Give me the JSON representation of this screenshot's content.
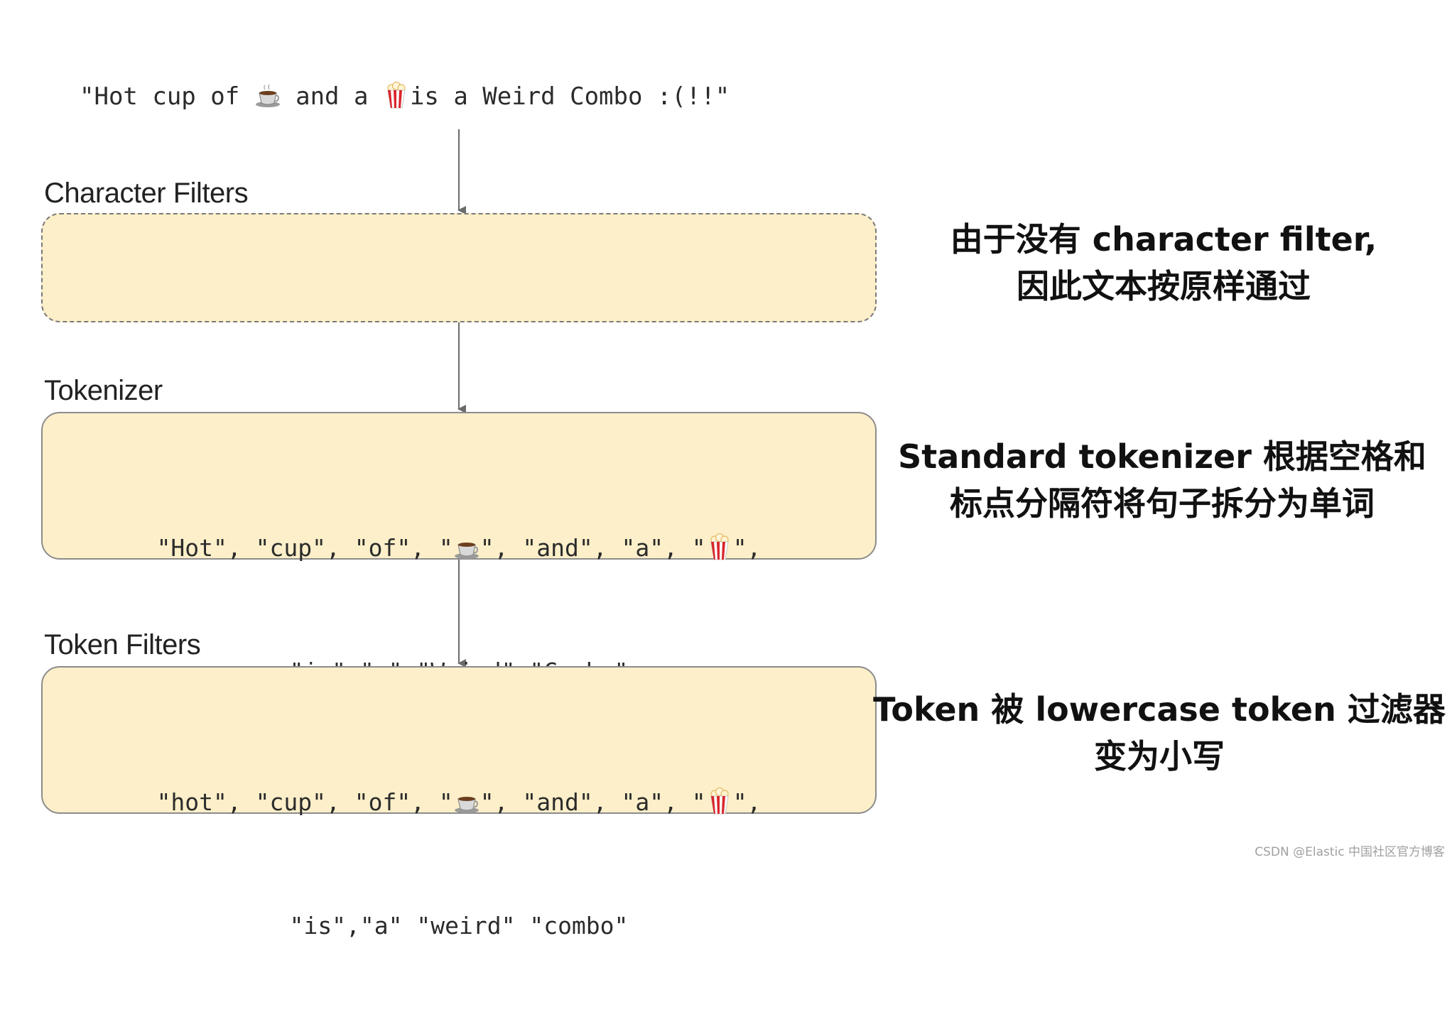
{
  "input": {
    "part1": "\"Hot cup of ",
    "part2": " and a ",
    "part3": "is a Weird Combo :(!!\""
  },
  "stages": {
    "character_filters": {
      "label": "Character Filters",
      "note_line1": "由于没有 character filter,",
      "note_line2": "因此文本按原样通过"
    },
    "tokenizer": {
      "label": "Tokenizer",
      "row1": {
        "a": "\"Hot\", \"cup\", \"of\", \"",
        "b": "\", \"and\", \"a\", \"",
        "c": "\","
      },
      "row2": "\"is\",\"a\" \"Weird\" \"Combo\"",
      "note_line1": "Standard tokenizer 根据空格和",
      "note_line2": "标点分隔符将句子拆分为单词"
    },
    "token_filters": {
      "label": "Token Filters",
      "row1": {
        "a": "\"hot\", \"cup\", \"of\", \"",
        "b": "\", \"and\", \"a\", \"",
        "c": "\","
      },
      "row2": "\"is\",\"a\" \"weird\" \"combo\"",
      "note_line1": "Token 被 lowercase token 过滤器",
      "note_line2": "变为小写"
    }
  },
  "icons": {
    "coffee": "coffee-icon",
    "popcorn": "popcorn-icon"
  },
  "colors": {
    "box_fill": "#fcefc9",
    "box_border": "#8c8c8c",
    "arrow": "#6b6b6b",
    "popcorn_red": "#d9262c"
  },
  "watermark": "CSDN @Elastic 中国社区官方博客"
}
